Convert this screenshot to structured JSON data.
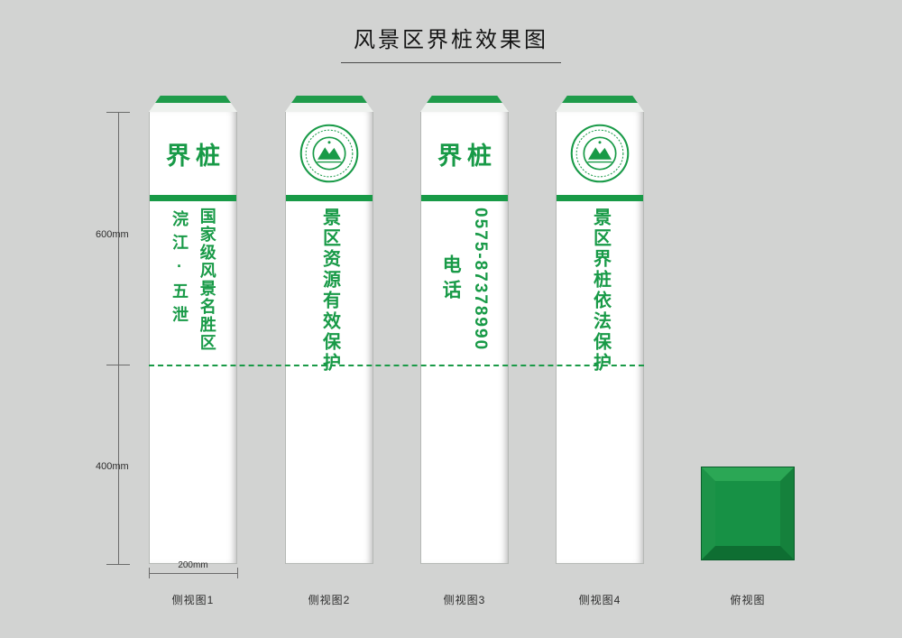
{
  "page": {
    "title": "风景区界桩效果图",
    "background_color": "#d2d3d2",
    "accent_green": "#189a47",
    "post_face_color": "#ffffff"
  },
  "annotations": {
    "dim_upper": "600mm",
    "dim_lower": "400mm",
    "dim_width": "200mm"
  },
  "posts": [
    {
      "header_text": "界桩",
      "columns": [
        "国家级风景名胜区",
        "浣江·五泄"
      ],
      "caption": "侧视图1"
    },
    {
      "logo": "national-park-emblem",
      "columns": [
        "景区资源有效保护"
      ],
      "caption": "侧视图2"
    },
    {
      "header_text": "界桩",
      "columns": [
        "0575-87378990",
        "电话"
      ],
      "caption": "侧视图3"
    },
    {
      "logo": "national-park-emblem",
      "columns": [
        "景区界桩依法保护"
      ],
      "caption": "侧视图4"
    }
  ],
  "top_view": {
    "caption": "俯视图"
  }
}
